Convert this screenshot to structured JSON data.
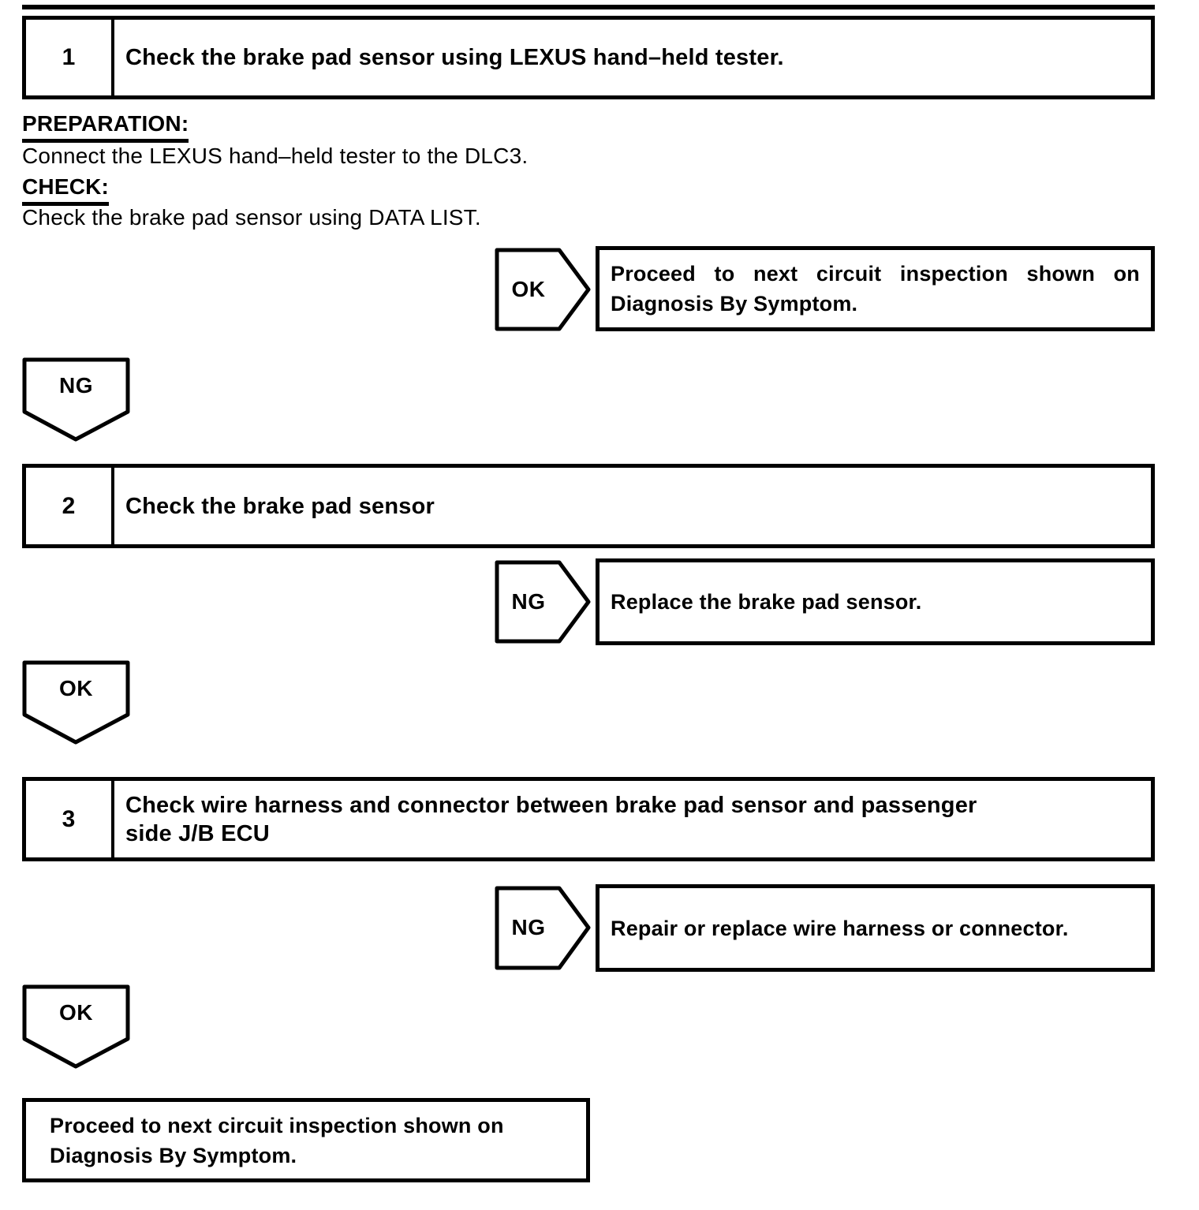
{
  "document": {
    "colors": {
      "ink": "#000000",
      "paper": "#ffffff"
    },
    "step1": {
      "number": "1",
      "title": "Check the brake pad sensor using LEXUS hand–held tester."
    },
    "preparation": {
      "label": "PREPARATION:",
      "text": "Connect the LEXUS hand–held tester to the DLC3."
    },
    "check": {
      "label": "CHECK:",
      "text": "Check the brake pad sensor using DATA LIST."
    },
    "branch_ok_1": {
      "tag": "OK",
      "line1": "Proceed to next circuit inspection shown on",
      "line2": "Diagnosis By Symptom."
    },
    "connector_ng_1": {
      "label": "NG"
    },
    "step2": {
      "number": "2",
      "title": "Check the brake pad sensor"
    },
    "branch_ng_2": {
      "tag": "NG",
      "text": "Replace the brake pad sensor."
    },
    "connector_ok_2": {
      "label": "OK"
    },
    "step3": {
      "number": "3",
      "title_line1": "Check wire harness and connector between brake pad sensor and passenger",
      "title_line2": "side J/B ECU"
    },
    "branch_ng_3": {
      "tag": "NG",
      "text": "Repair or replace wire harness or connector."
    },
    "connector_ok_3": {
      "label": "OK"
    },
    "final": {
      "line1": "Proceed to next circuit inspection shown on",
      "line2": "Diagnosis By Symptom."
    }
  }
}
